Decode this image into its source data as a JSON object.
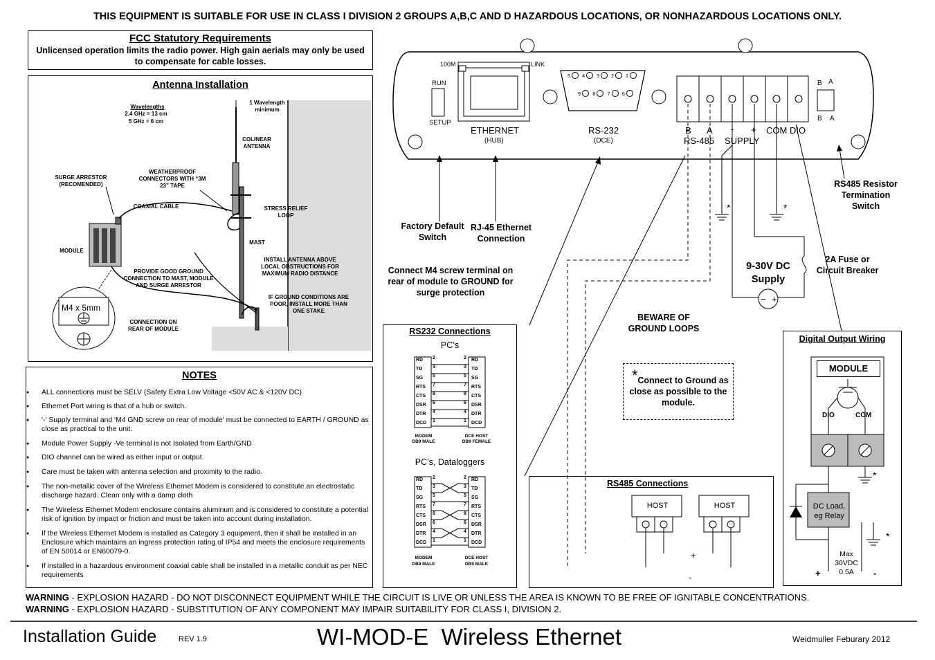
{
  "header": {
    "banner": "THIS EQUIPMENT IS SUITABLE FOR USE IN CLASS I DIVISION 2 GROUPS A,B,C AND D HAZARDOUS LOCATIONS, OR NONHAZARDOUS LOCATIONS ONLY."
  },
  "fcc": {
    "title": "FCC Statutory Requirements",
    "text": "Unlicensed operation limits the radio power. High gain aerials may only be used to compensate for cable losses."
  },
  "antenna": {
    "title": "Antenna Installation",
    "wavelengths_title": "Wavelengths",
    "wavelength_24": "2.4 GHz = 13 cm",
    "wavelength_5": "5 GHz = 6 cm",
    "one_wavelength": "1 Wavelength minimum",
    "colinear": "COLINEAR ANTENNA",
    "weatherproof": "WEATHERPROOF CONNECTORS WITH “3M 23” TAPE",
    "surge": "SURGE ARRESTOR (RECOMENDED)",
    "coaxial": "COAXIAL CABLE",
    "stress": "STRESS RELIEF LOOP",
    "module": "MODULE",
    "mast": "MAST",
    "install_above": "INSTALL ANTENNA ABOVE LOCAL OBSTRUCTIONS FOR MAXIMUM RADIO DISTANCE",
    "ground_conn": "PROVIDE GOOD GROUND CONNECTION TO MAST, MODULE AND SURGE ARRESTOR",
    "ground_poor": "IF GROUND CONDITIONS ARE POOR, INSTALL MORE THAN ONE STAKE",
    "screw": "M4 x 5mm",
    "rear_conn": "CONNECTION ON REAR OF MODULE"
  },
  "notes": {
    "title": "NOTES",
    "items": [
      "ALL connections must be SELV (Safety Extra Low Voltage <50V AC & <120V DC)",
      "Ethernet Port wiring is that of a hub or switch.",
      "'-' Supply terminal and 'M4 GND screw on rear of module' must be connected to EARTH / GROUND as close as practical to the unit.",
      "Module Power Supply -Ve terminal is not Isolated from Earth/GND",
      "DIO channel can be wired as either input or output.",
      "Care must be taken with antenna selection and proximity to the radio.",
      "The non-metallic cover of the Wireless Ethernet Modem is considered to constitute an electrostatic discharge hazard. Clean only with a damp cloth",
      "The Wireless Ethernet Modem enclosure contains aluminum and is considered to constitute a potential risk of ignition by impact or friction and must be taken into account during installation.",
      "If the Wireless Ethernet Modem is installed as Category 3 equipment, then it shall be installed in an Enclosure which maintains an ingress protection rating of IP54 and meets the enclosure requirements of EN 50014 or EN60079-0.",
      "If installed in a hazardous environment coaxial cable shall be installed in a metallic conduit as per NEC requirements"
    ]
  },
  "device": {
    "led_100m": "100M",
    "led_link": "LINK",
    "run": "RUN",
    "setup": "SETUP",
    "ethernet": "ETHERNET",
    "hub": "(HUB)",
    "rs232": "RS-232",
    "dce": "(DCE)",
    "pins_top": [
      "5",
      "4",
      "3",
      "2",
      "1"
    ],
    "pins_bottom": [
      "9",
      "8",
      "7",
      "6"
    ],
    "term_b": "B",
    "term_a": "A",
    "term_minus": "-",
    "term_plus": "+",
    "term_com": "COM",
    "term_dio": "DIO",
    "rs485": "RS-485",
    "supply": "SUPPLY",
    "sw_b_top": "B",
    "sw_a_top": "A",
    "sw_b_bot": "B",
    "sw_a_bot": "A"
  },
  "labels": {
    "factory": "Factory Default Switch",
    "rj45": "RJ-45 Ethernet Connection",
    "rs485_switch": "RS485 Resistor Termination Switch",
    "fuse": "2A Fuse or Circuit Breaker",
    "dc_supply": "9-30V DC Supply",
    "m4": "Connect M4 screw terminal on rear of module to GROUND for surge protection",
    "beware": "BEWARE OF GROUND LOOPS",
    "connect_ground": "Connect to Ground as close as possible to the module.",
    "star": "*"
  },
  "rs232": {
    "title": "RS232 Connections",
    "pcs": "PC’s",
    "pcs_dataloggers": "PC’s, Dataloggers",
    "signals": [
      "RD",
      "TD",
      "SG",
      "RTS",
      "CTS",
      "DSR",
      "DTR",
      "DCD"
    ],
    "left_pins": [
      "2",
      "3",
      "5",
      "7",
      "8",
      "6",
      "4",
      "1"
    ],
    "right_pins": [
      "2",
      "3",
      "5",
      "7",
      "8",
      "6",
      "4",
      "1"
    ],
    "modem": "MODEM",
    "db9_male": "DB9 MALE",
    "dce_host": "DCE HOST",
    "db9_female": "DB9 FEMALE"
  },
  "rs485": {
    "title": "RS485 Connections",
    "host": "HOST",
    "plus": "+",
    "minus": "-"
  },
  "digital": {
    "title": "Digital Output Wiring",
    "module": "MODULE",
    "dio": "DIO",
    "com": "COM",
    "load": "DC Load, eg Relay",
    "max": "Max 30VDC 0.5A",
    "plus": "+",
    "minus": "-"
  },
  "warnings": [
    {
      "label": "WARNING",
      "text": " - EXPLOSION HAZARD - DO NOT DISCONNECT EQUIPMENT WHILE THE CIRCUIT IS LIVE OR UNLESS THE AREA IS KNOWN TO BE FREE OF IGNITABLE CONCENTRATIONS."
    },
    {
      "label": "WARNING",
      "text": " - EXPLOSION HAZARD - SUBSTITUTION OF ANY COMPONENT MAY IMPAIR SUITABILITY FOR CLASS I, DIVISION 2."
    }
  ],
  "footer": {
    "guide": "Installation Guide",
    "rev": "REV 1.9",
    "product": "WI-MOD-E  Wireless Ethernet",
    "company": "Weidmuller  Feburary 2012"
  }
}
